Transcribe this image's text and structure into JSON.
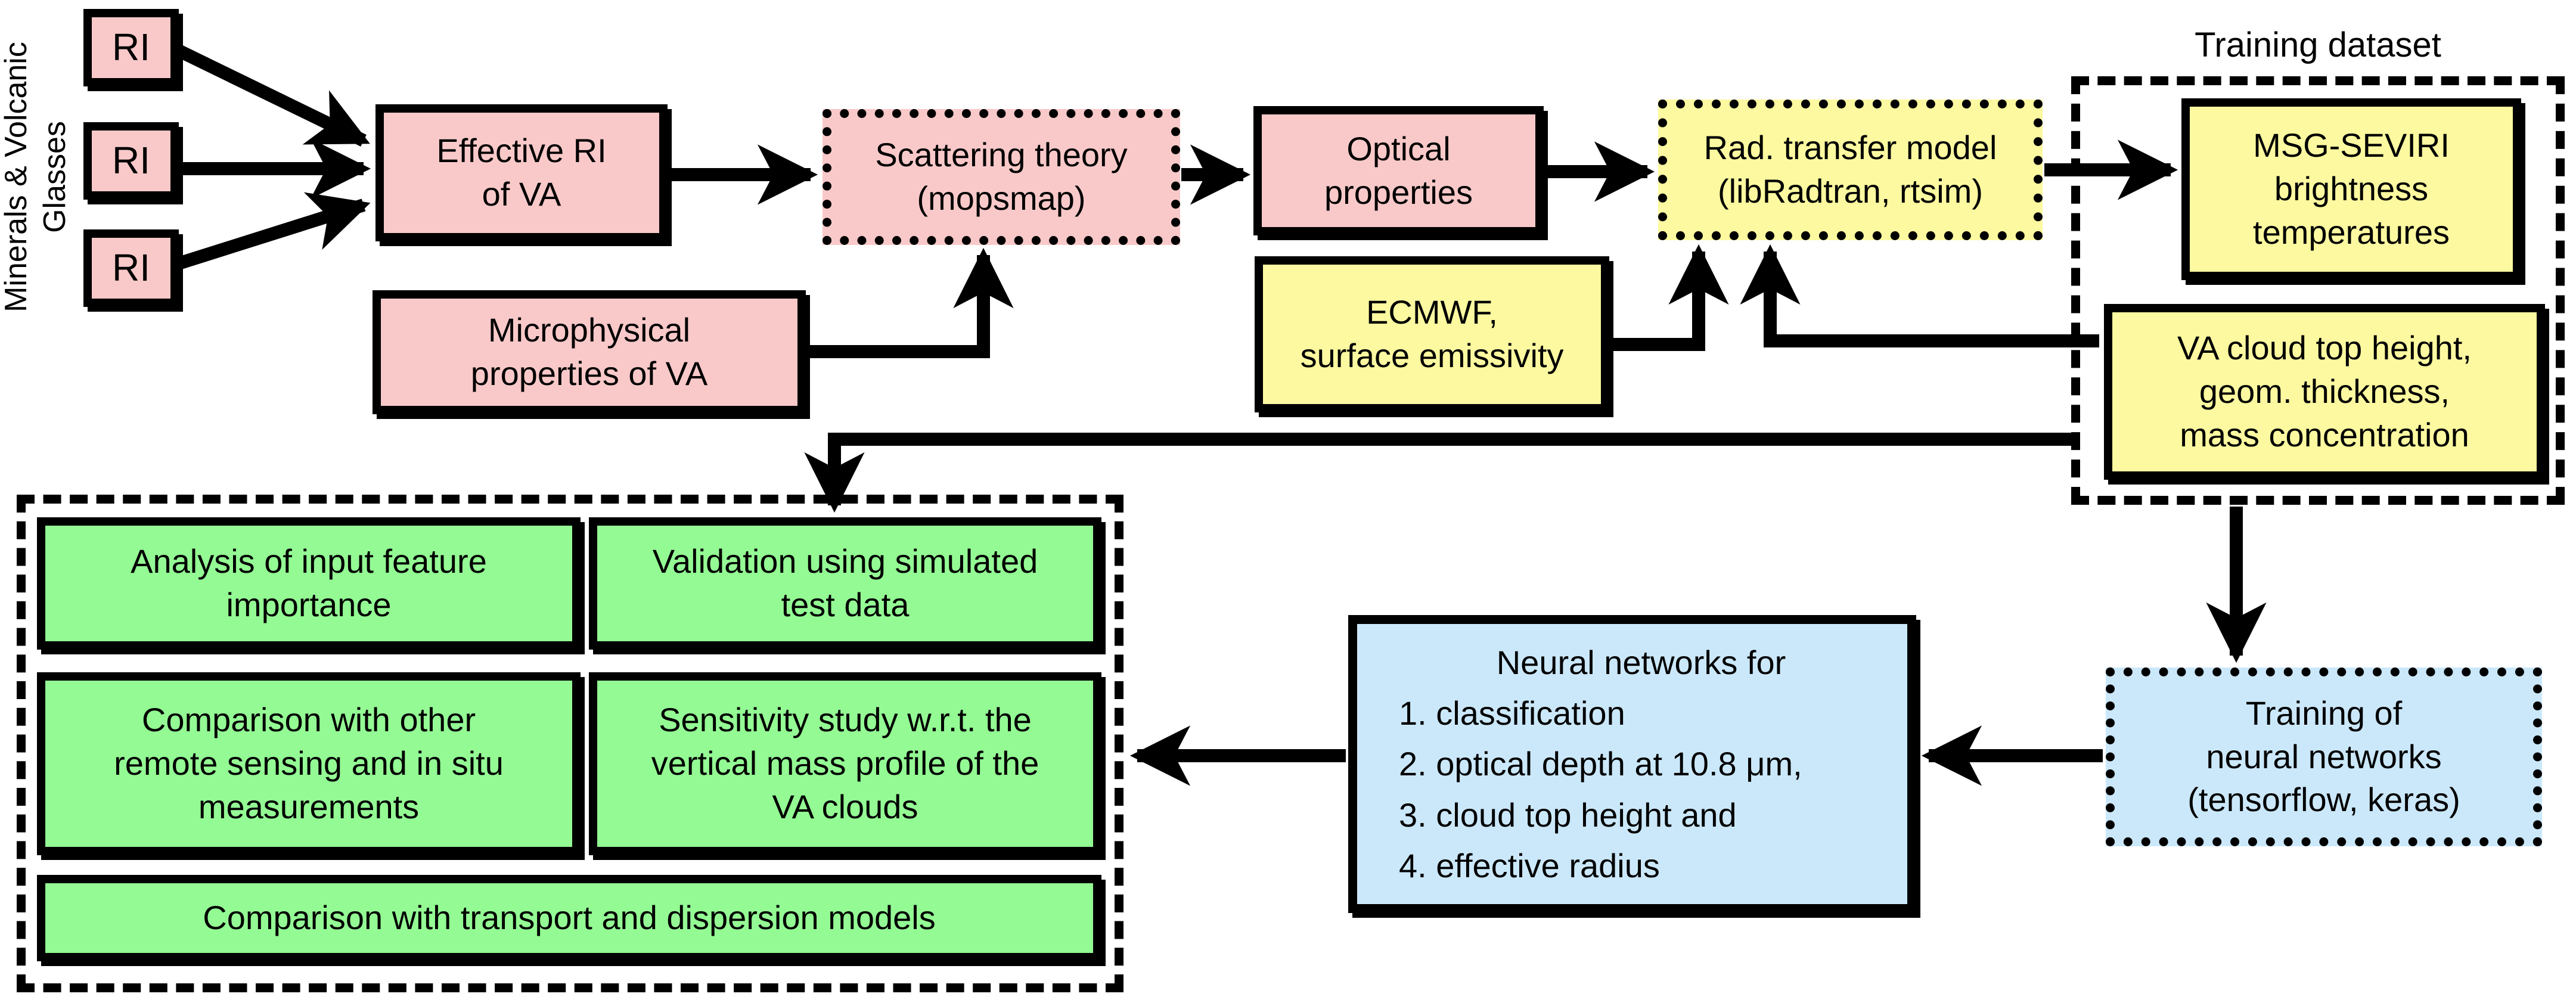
{
  "colors": {
    "background": "#FFFFFF",
    "pink": "#F9C9C9",
    "yellow": "#FCF9A0",
    "green": "#94FA94",
    "blue": "#CBE8FA",
    "line": "#000000"
  },
  "side_label": "Minerals & Volcanic\nGlasses",
  "training_container": {
    "label": "Training dataset"
  },
  "nodes": {
    "ri1": {
      "label": "RI"
    },
    "ri2": {
      "label": "RI"
    },
    "ri3": {
      "label": "RI"
    },
    "effective_ri": {
      "label": "Effective RI\nof VA"
    },
    "scattering": {
      "label": "Scattering theory\n(mopsmap)"
    },
    "microphysical": {
      "label": "Microphysical\nproperties of VA"
    },
    "optical": {
      "label": "Optical\nproperties"
    },
    "rad_transfer": {
      "label": "Rad. transfer model\n(libRadtran, rtsim)"
    },
    "ecmwf": {
      "label": "ECMWF,\nsurface emissivity"
    },
    "msg_seviri": {
      "label": "MSG-SEVIRI\nbrightness\ntemperatures"
    },
    "va_cloud": {
      "label": "VA cloud top height,\ngeom. thickness,\nmass concentration"
    },
    "nn_training": {
      "label": "Training of\nneural networks\n(tensorflow, keras)"
    },
    "neural_networks": {
      "title": "Neural networks for",
      "items": [
        "1. classification",
        "2. optical depth at 10.8 μm,",
        "3. cloud top height and",
        "4. effective radius"
      ]
    },
    "analysis_importance": {
      "label": "Analysis of input feature\nimportance"
    },
    "validation": {
      "label": "Validation using simulated\ntest data"
    },
    "comparison_remote": {
      "label": "Comparison with other\nremote sensing and in situ\nmeasurements"
    },
    "sensitivity": {
      "label": "Sensitivity study w.r.t. the\nvertical mass profile of the\nVA clouds"
    },
    "comparison_transport": {
      "label": "Comparison with transport and dispersion models"
    }
  }
}
